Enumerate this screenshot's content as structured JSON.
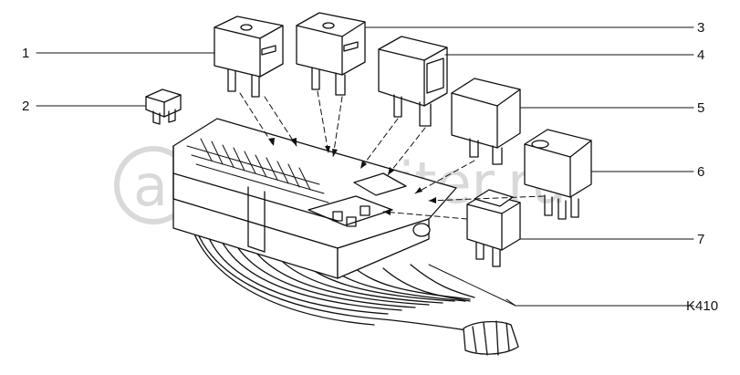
{
  "callouts": [
    {
      "id": "1",
      "label": "1"
    },
    {
      "id": "2",
      "label": "2"
    },
    {
      "id": "3",
      "label": "3"
    },
    {
      "id": "4",
      "label": "4"
    },
    {
      "id": "5",
      "label": "5"
    },
    {
      "id": "6",
      "label": "6"
    },
    {
      "id": "7",
      "label": "7"
    },
    {
      "id": "harness",
      "label": "K410"
    }
  ],
  "watermark": {
    "text": "a› autopiter.ru"
  },
  "colors": {
    "ink": "#111111",
    "paper": "#ffffff",
    "watermark": "#d9d9d9"
  }
}
